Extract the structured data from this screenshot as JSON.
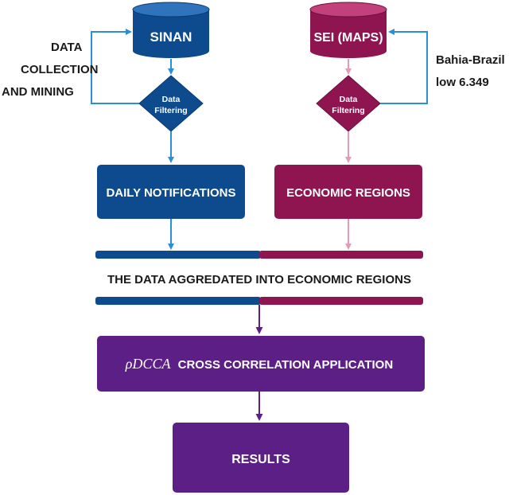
{
  "colors": {
    "blue": "#0d4b8e",
    "crimson": "#8e1550",
    "purple": "#5c1f86",
    "light_blue_arrow": "#2a8fd6",
    "pink_arrow": "#e79ab5"
  },
  "left_source": {
    "database": "SINAN",
    "filter": [
      "Data",
      "Filtering"
    ],
    "side_label": [
      "DATA",
      "COLLECTION",
      "AND MINING"
    ],
    "output": "DAILY NOTIFICATIONS"
  },
  "right_source": {
    "database": "SEI (MAPS)",
    "filter": [
      "Data",
      "Filtering"
    ],
    "side_label": [
      "Bahia-Brazil",
      "low 6.349"
    ],
    "output": "ECONOMIC REGIONS"
  },
  "aggregation": "THE DATA AGGREDATED INTO ECONOMIC REGIONS",
  "application": {
    "symbol": "ρDCCA",
    "text": "CROSS CORRELATION APPLICATION"
  },
  "results": "RESULTS"
}
